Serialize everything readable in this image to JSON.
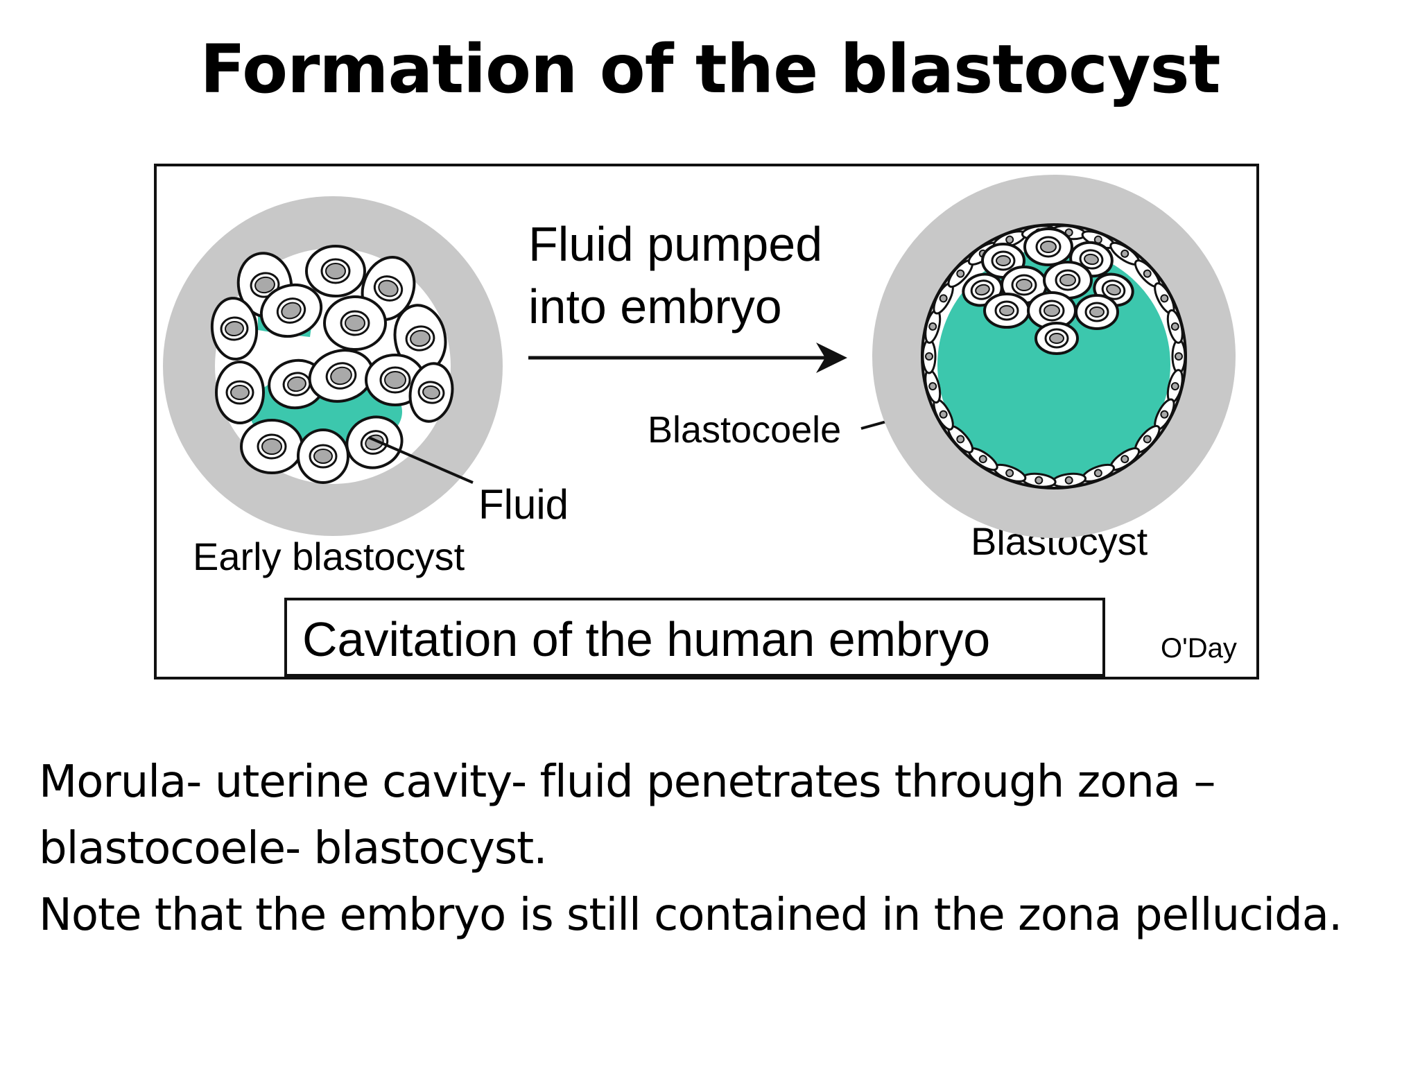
{
  "title": "Formation of the blastocyst",
  "diagram": {
    "label_fluid_pumped_line1": "Fluid pumped",
    "label_fluid_pumped_line2": "into embryo",
    "label_blastocoele": "Blastocoele",
    "label_fluid": "Fluid",
    "label_early_blastocyst": "Early blastocyst",
    "label_blastocyst": "Blastocyst",
    "caption": "Cavitation of the human embryo",
    "credit": "O'Day",
    "colors": {
      "fluid": "#3cc7ad",
      "zona": "#c8c8c8",
      "cell_fill": "#ffffff",
      "nucleus": "#a9a9a9",
      "outline": "#111111"
    }
  },
  "body": {
    "line1": "Morula- uterine cavity- fluid penetrates through zona –",
    "line2": "blastocoele- blastocyst.",
    "line3": "Note that the embryo is still contained in the zona pellucida."
  }
}
